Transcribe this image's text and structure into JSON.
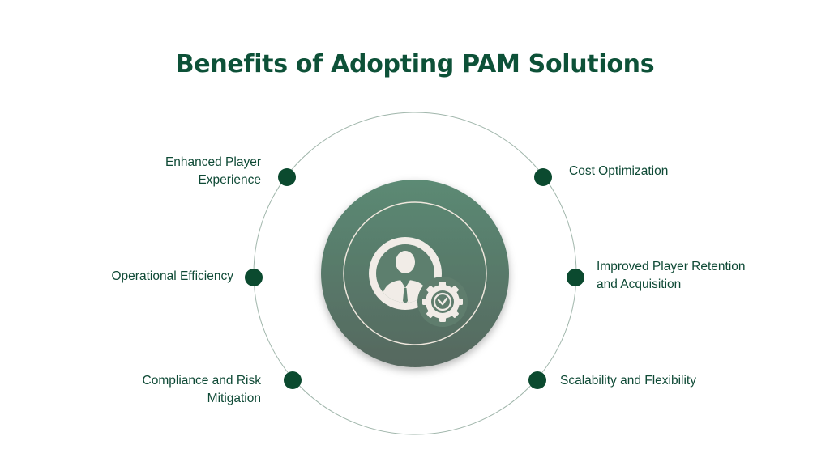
{
  "title": "Benefits of Adopting PAM Solutions",
  "colors": {
    "title": "#0d5138",
    "node_dot": "#0b4a2f",
    "orbit": "#9fb5aa",
    "hub_top": "#5b8a74",
    "hub_bottom": "#56685f",
    "hub_ring": "#efe7dd",
    "icon_fill": "#f1ece7"
  },
  "center_icon": "user-clock-icon",
  "benefits": {
    "enhanced_player_experience": [
      "Enhanced Player",
      "Experience"
    ],
    "operational_efficiency": [
      "Operational Efficiency"
    ],
    "compliance_and_risk_mitigation": [
      "Compliance and Risk",
      "Mitigation"
    ],
    "cost_optimization": [
      "Cost Optimization"
    ],
    "improved_player_retention": [
      "Improved Player Retention",
      "and Acquisition"
    ],
    "scalability_and_flexibility": [
      "Scalability and Flexibility"
    ]
  }
}
